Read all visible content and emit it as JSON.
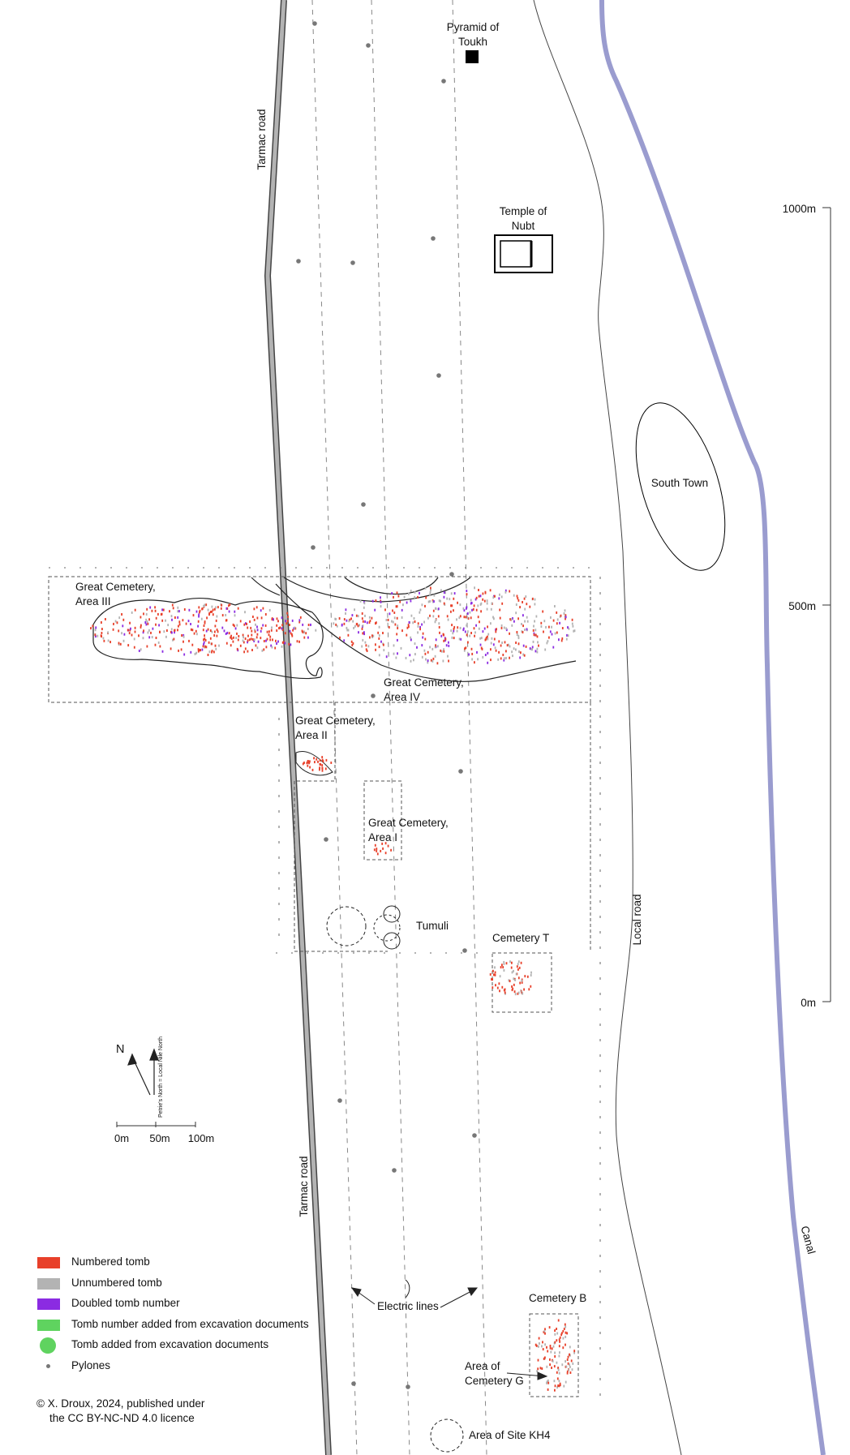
{
  "map": {
    "labels": {
      "pyramid_line1": "Pyramid of",
      "pyramid_line2": "Toukh",
      "temple_line1": "Temple of",
      "temple_line2": "Nubt",
      "south_town": "South Town",
      "tarmac_road_top": "Tarmac road",
      "tarmac_road_bottom": "Tarmac road",
      "local_road": "Local road",
      "canal": "Canal",
      "gc_area3_line1": "Great Cemetery,",
      "gc_area3_line2": "Area III",
      "gc_area4_line1": "Great Cemetery,",
      "gc_area4_line2": "Area IV",
      "gc_area2_line1": "Great Cemetery,",
      "gc_area2_line2": "Area II",
      "gc_area1_line1": "Great Cemetery,",
      "gc_area1_line2": "Area I",
      "tumuli": "Tumuli",
      "cemetery_t": "Cemetery T",
      "cemetery_b": "Cemetery B",
      "cemetery_g_line1": "Area of",
      "cemetery_g_line2": "Cemetery G",
      "site_kh4": "Area of Site KH4",
      "electric_lines": "Electric lines"
    },
    "scale_bar": {
      "labels": [
        "1000m",
        "500m",
        "0m"
      ]
    },
    "north_arrow": {
      "north_label": "N",
      "petrie_north_label": "Petrie's North = Local Nile North"
    },
    "distance_scale": {
      "labels": [
        "0m",
        "50m",
        "100m"
      ]
    },
    "colors": {
      "canal": "#9a9ccf",
      "road": "#aaaaaa",
      "numbered_tomb": "#e8402a",
      "unnumbered_tomb": "#b3b3b3",
      "doubled_tomb": "#8b2be2",
      "added_number": "#5fd35f",
      "added_tomb": "#5fd35f",
      "pylon": "#777777"
    }
  },
  "legend": {
    "items": [
      {
        "label": "Numbered tomb",
        "color": "#e8402a",
        "symbol": "rect"
      },
      {
        "label": "Unnumbered tomb",
        "color": "#b3b3b3",
        "symbol": "rect"
      },
      {
        "label": "Doubled tomb number",
        "color": "#8b2be2",
        "symbol": "rect"
      },
      {
        "label": "Tomb number added from excavation documents",
        "color": "#5fd35f",
        "symbol": "rect"
      },
      {
        "label": "Tomb added from excavation documents",
        "color": "#5fd35f",
        "symbol": "circle"
      },
      {
        "label": "Pylones",
        "color": "#777777",
        "symbol": "dot"
      }
    ]
  },
  "credit": {
    "line1": "© X. Droux, 2024, published under",
    "line2": "the CC BY-NC-ND 4.0 licence"
  }
}
